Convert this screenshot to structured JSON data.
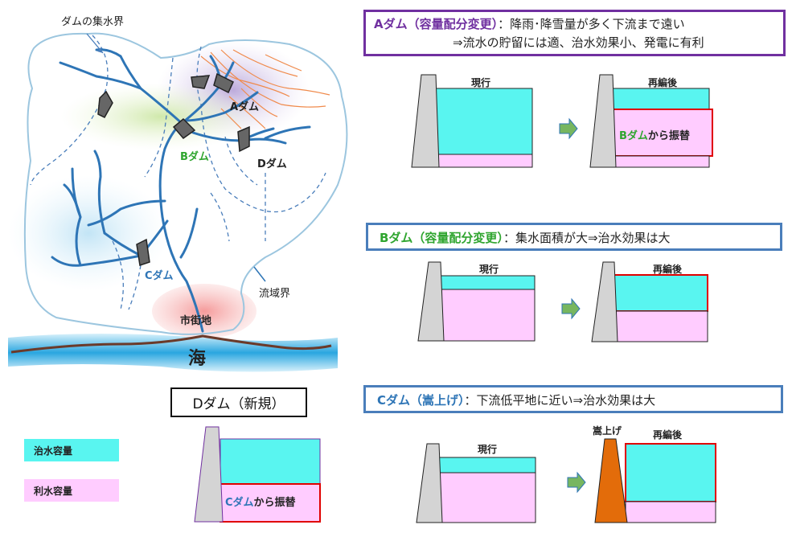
{
  "map": {
    "catchment_label": "ダムの集水界",
    "basin_label": "流域界",
    "city_label": "市街地",
    "sea_label": "海",
    "dam_a_label": "Aダム",
    "dam_b_label": "Bダム",
    "dam_c_label": "Cダム",
    "dam_d_label": "Dダム"
  },
  "panel_a": {
    "title_prefix": "Aダム（容量配分変更）",
    "title_rest": "：降雨･降雪量が多く下流まで遠い",
    "title_line2": "⇒流水の貯留には適、治水効果小、発電に有利",
    "label_current": "現行",
    "label_after": "再編後",
    "note_name": "Bダム",
    "note_rest": "から振替"
  },
  "panel_b": {
    "title_prefix": "Bダム（容量配分変更）",
    "title_rest": "：集水面積が大⇒治水効果は大",
    "label_current": "現行",
    "label_after": "再編後"
  },
  "panel_c": {
    "title_prefix": "Cダム（嵩上げ）",
    "title_rest": "：下流低平地に近い⇒治水効果は大",
    "label_current": "現行",
    "label_raise": "嵩上げ",
    "label_after": "再編後"
  },
  "panel_d": {
    "title": "Dダム（新規）",
    "note_name": "Cダム",
    "note_rest": "から振替"
  },
  "legend": {
    "flood_label": "治水容量",
    "water_label": "利水容量"
  },
  "colors": {
    "flood": "#59f5f0",
    "water": "#ffccff",
    "dam": "#d4d4d4",
    "dam_raised": "#e36c0a",
    "arrow": "#77b65f",
    "border_a": "#7030a0",
    "border_bc": "#4a7ebb",
    "river": "#2e75b6",
    "highlight_red": "#e00000"
  }
}
